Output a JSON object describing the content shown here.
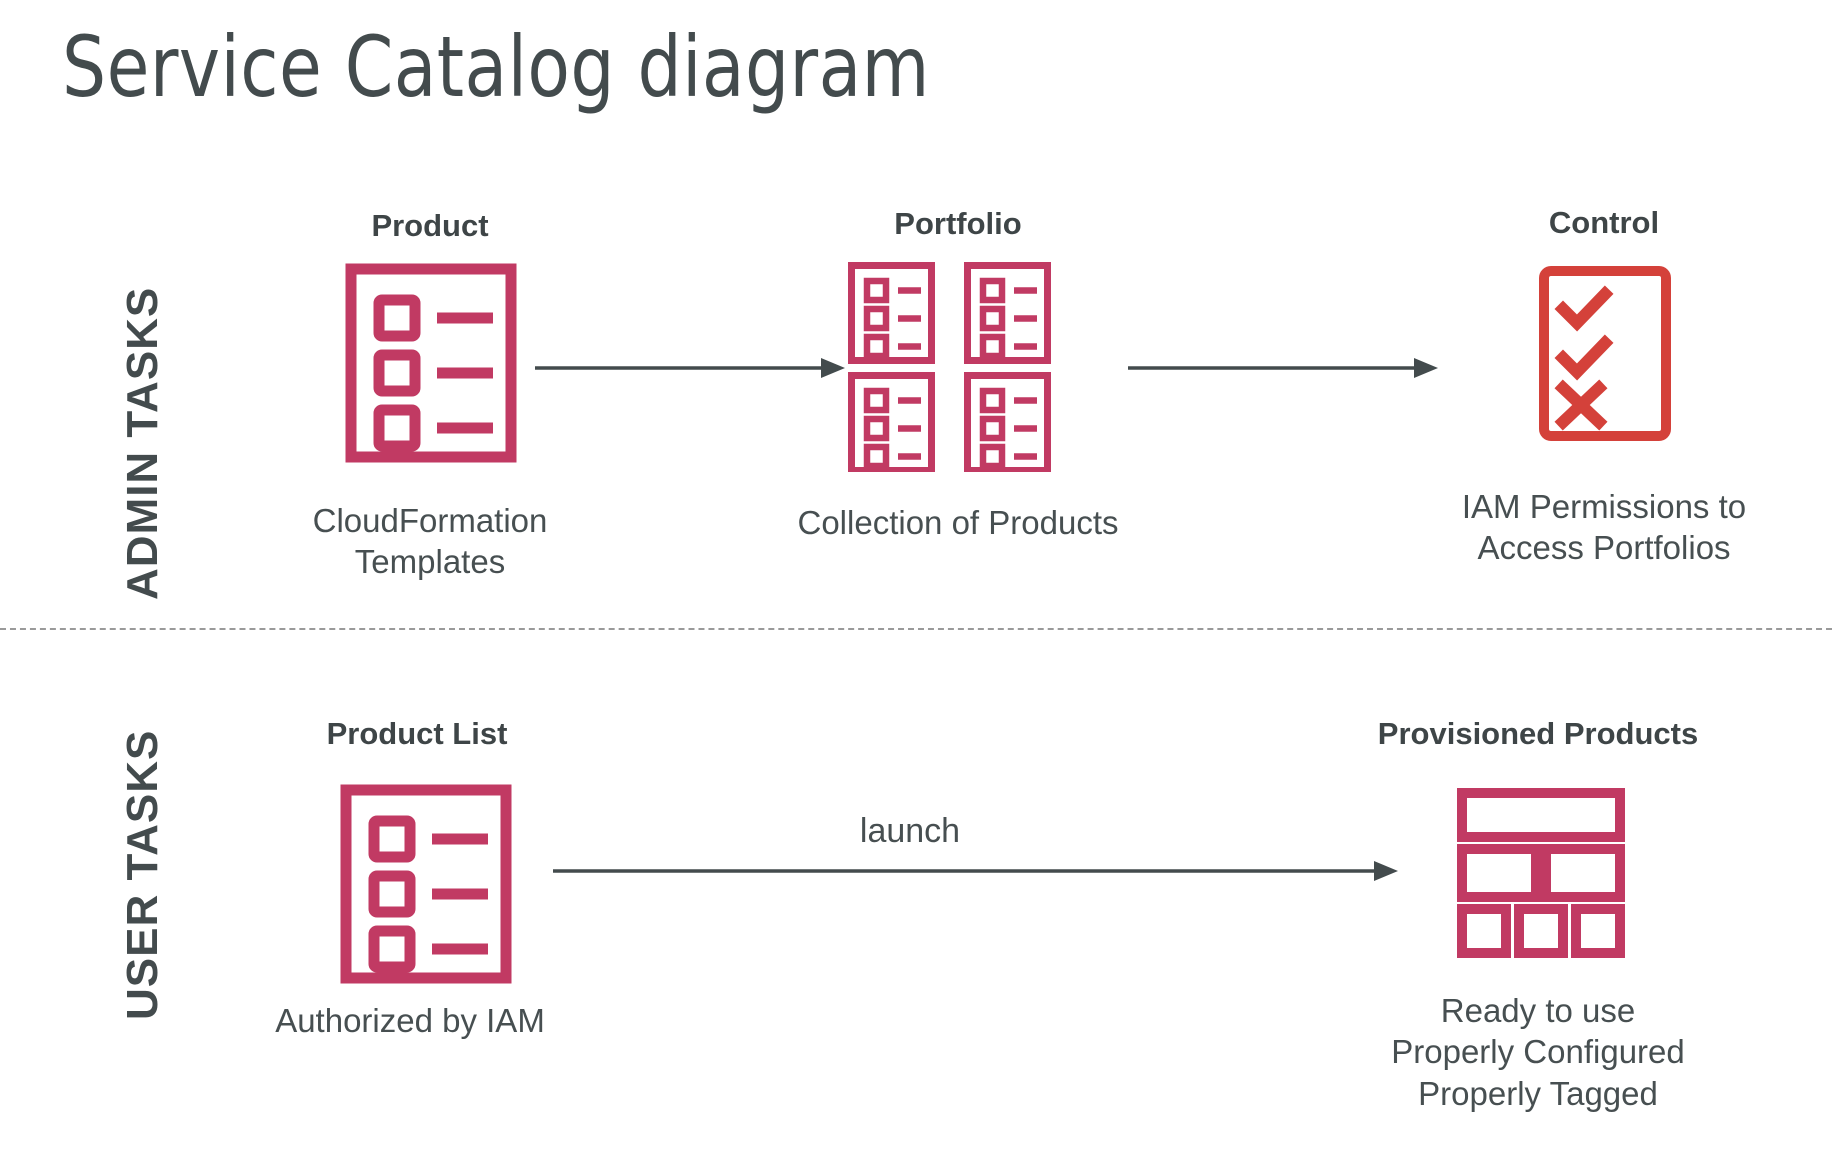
{
  "page": {
    "title": "Service Catalog diagram",
    "background": "#ffffff",
    "title_color": "#434b4d"
  },
  "colors": {
    "crimson": "#c13a63",
    "control_red": "#d4413a",
    "text_dark": "#434b4d",
    "arrow_gray": "#434b4d",
    "divider_gray": "#9a9a9a"
  },
  "bands": [
    {
      "id": "admin",
      "label": "ADMIN TASKS"
    },
    {
      "id": "user",
      "label": "USER TASKS"
    }
  ],
  "admin_row": {
    "nodes": [
      {
        "id": "product",
        "title": "Product",
        "icon": "product-list-document-icon",
        "caption_lines": [
          "CloudFormation",
          "Templates"
        ]
      },
      {
        "id": "portfolio",
        "title": "Portfolio",
        "icon": "portfolio-grid-icon",
        "caption_lines": [
          "Collection of Products"
        ]
      },
      {
        "id": "control",
        "title": "Control",
        "icon": "control-checklist-icon",
        "caption_lines": [
          "IAM Permissions to",
          "Access Portfolios"
        ]
      }
    ],
    "arrows": [
      {
        "id": "product-to-portfolio",
        "label": ""
      },
      {
        "id": "portfolio-to-control",
        "label": ""
      }
    ]
  },
  "user_row": {
    "nodes": [
      {
        "id": "product-list",
        "title": "Product List",
        "icon": "product-list-document-icon",
        "caption_lines": [
          "Authorized by IAM"
        ]
      },
      {
        "id": "provisioned-products",
        "title": "Provisioned Products",
        "icon": "provisioned-layout-icon",
        "caption_lines": [
          "Ready to use",
          "Properly Configured",
          "Properly Tagged"
        ]
      }
    ],
    "arrows": [
      {
        "id": "launch-arrow",
        "label": "launch"
      }
    ]
  }
}
